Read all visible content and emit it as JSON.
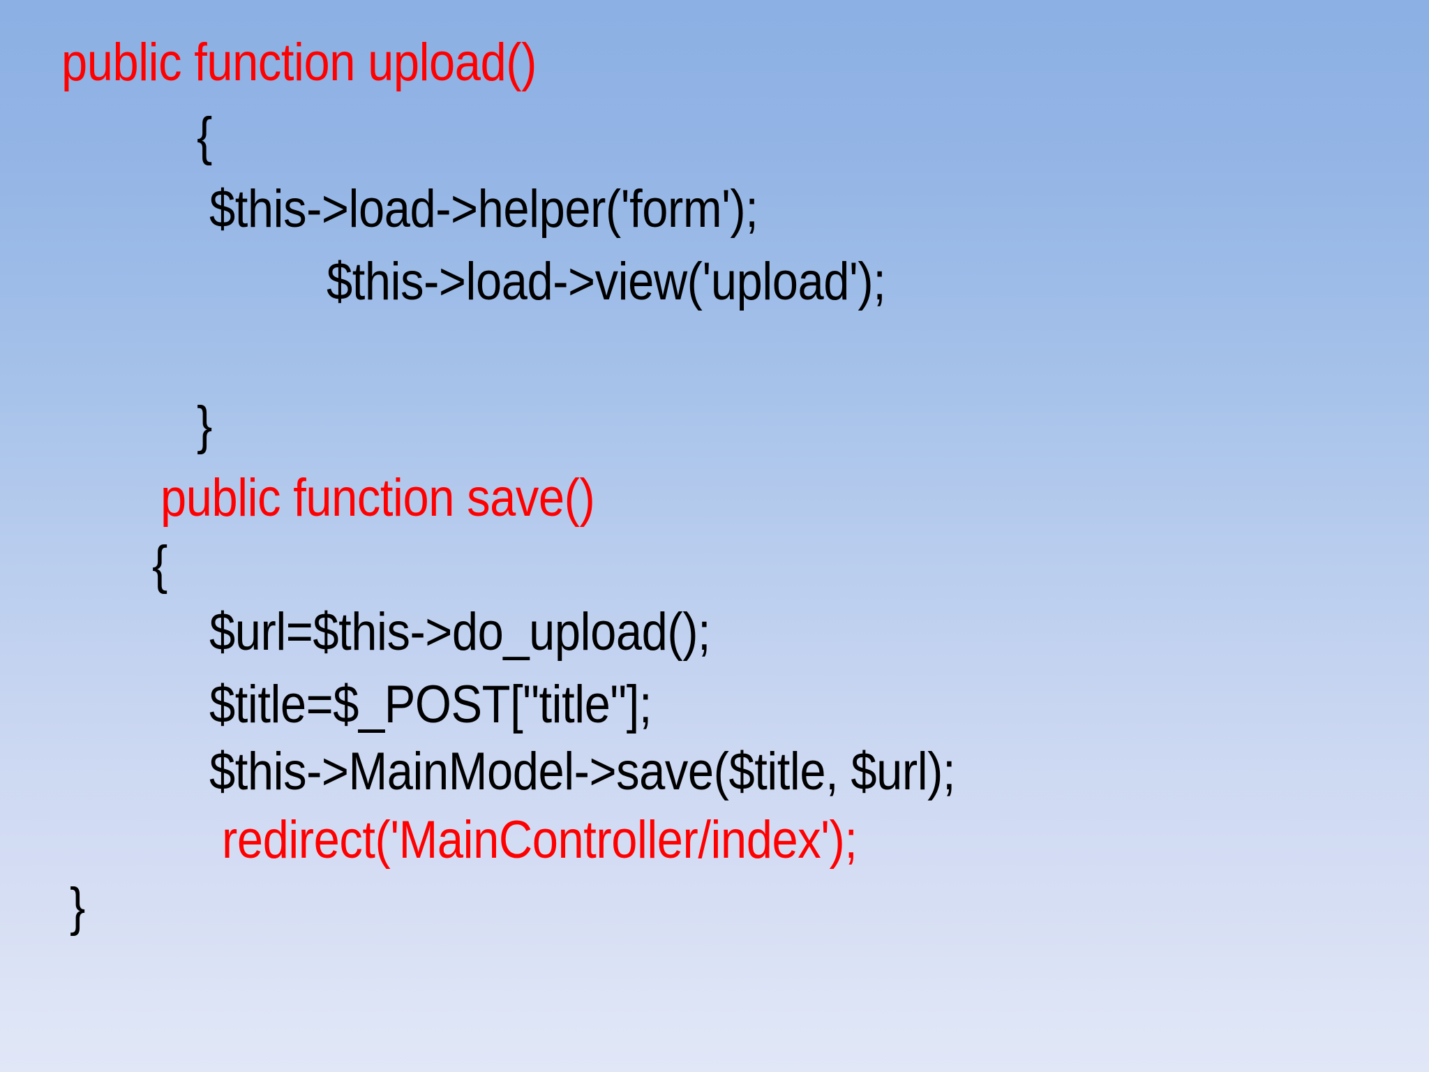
{
  "slide": {
    "background": {
      "gradient_top": "#8cb0e4",
      "gradient_bottom": "#e1e7f7",
      "direction": "vertical"
    },
    "colors": {
      "keyword_red": "#ff0000",
      "code_black": "#000000"
    },
    "language": "php",
    "code_lines": [
      {
        "text": "public function upload()",
        "color": "red"
      },
      {
        "text": "{",
        "color": "black"
      },
      {
        "text": "$this->load->helper('form');",
        "color": "black"
      },
      {
        "text": "$this->load->view('upload');",
        "color": "black"
      },
      {
        "text": "}",
        "color": "black"
      },
      {
        "text": "public function save()",
        "color": "red"
      },
      {
        "text": "{",
        "color": "black"
      },
      {
        "text": "$url=$this->do_upload();",
        "color": "black"
      },
      {
        "text": "$title=$_POST[\"title\"];",
        "color": "black"
      },
      {
        "text": "$this->MainModel->save($title, $url);",
        "color": "black"
      },
      {
        "text": "redirect('MainController/index');",
        "color": "red"
      },
      {
        "text": "}",
        "color": "black"
      }
    ]
  }
}
